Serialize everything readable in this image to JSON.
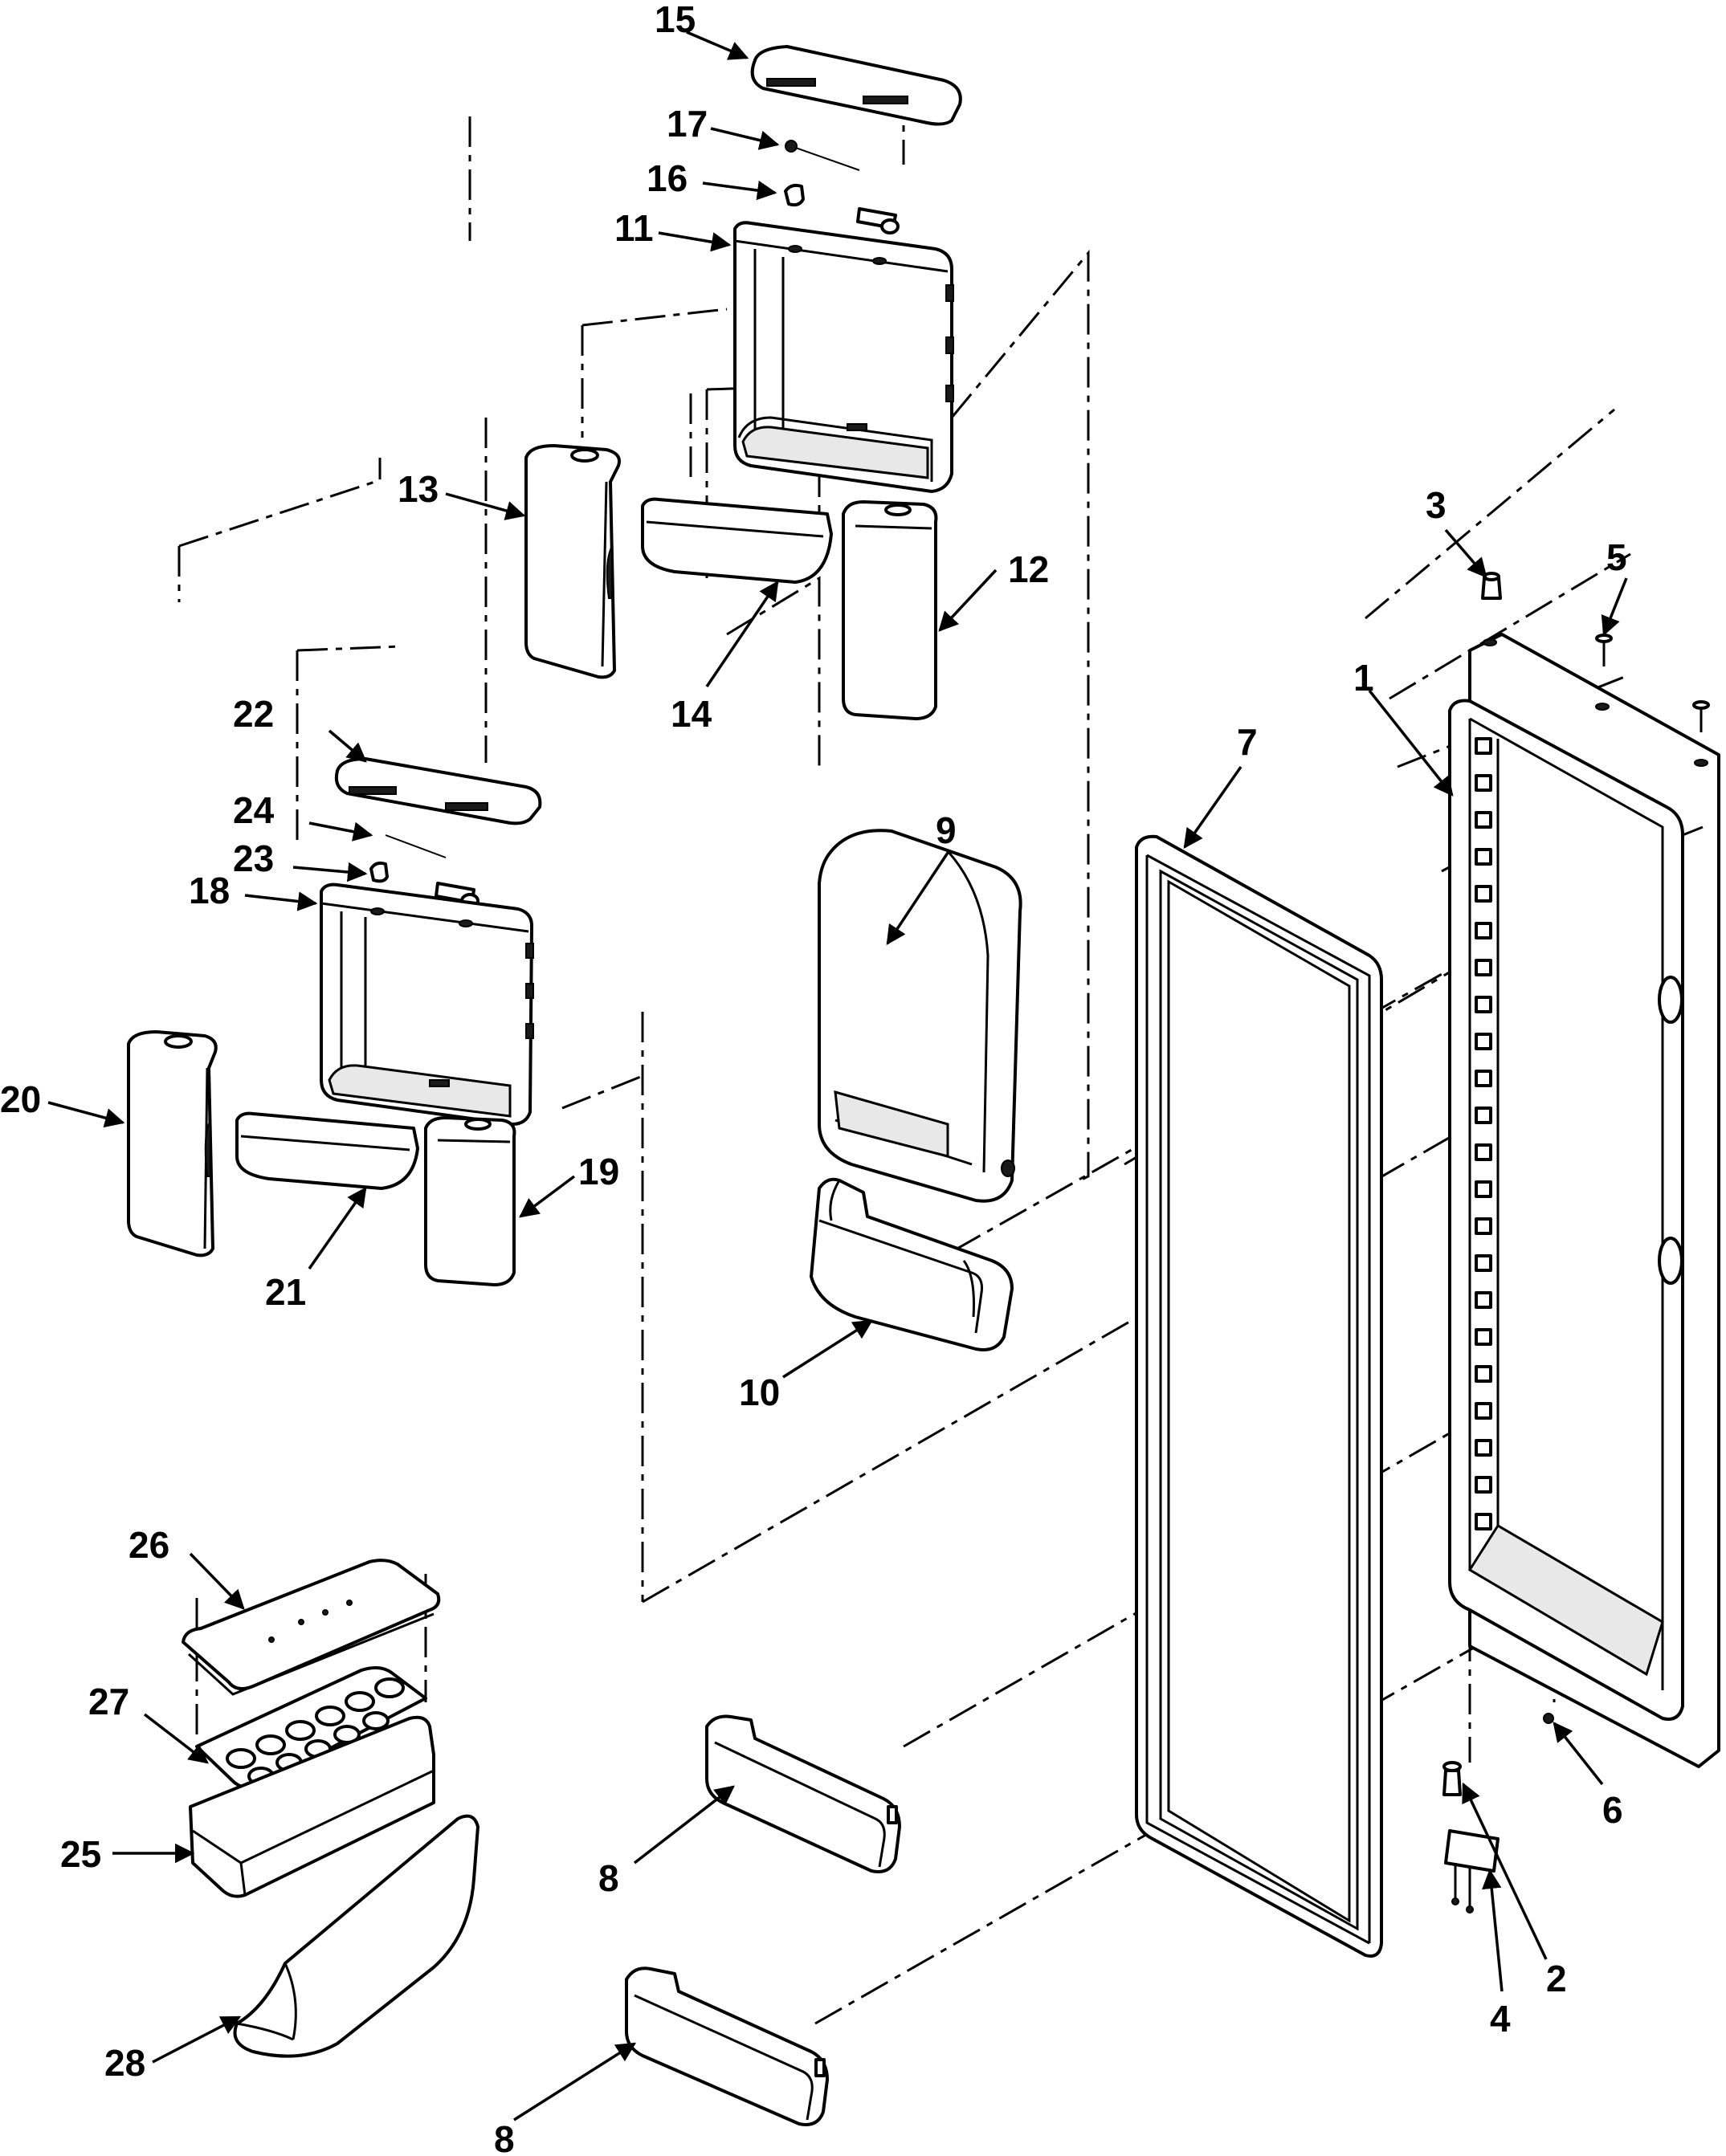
{
  "callouts": {
    "c1": "1",
    "c2": "2",
    "c3": "3",
    "c4": "4",
    "c5": "5",
    "c6": "6",
    "c7": "7",
    "c8a": "8",
    "c8b": "8",
    "c9": "9",
    "c10": "10",
    "c11": "11",
    "c12": "12",
    "c13": "13",
    "c14": "14",
    "c15": "15",
    "c16": "16",
    "c17": "17",
    "c18": "18",
    "c19": "19",
    "c20": "20",
    "c21": "21",
    "c22": "22",
    "c23": "23",
    "c24": "24",
    "c25": "25",
    "c26": "26",
    "c27": "27",
    "c28": "28"
  },
  "colors": {
    "line": "#000000",
    "background": "#ffffff"
  }
}
